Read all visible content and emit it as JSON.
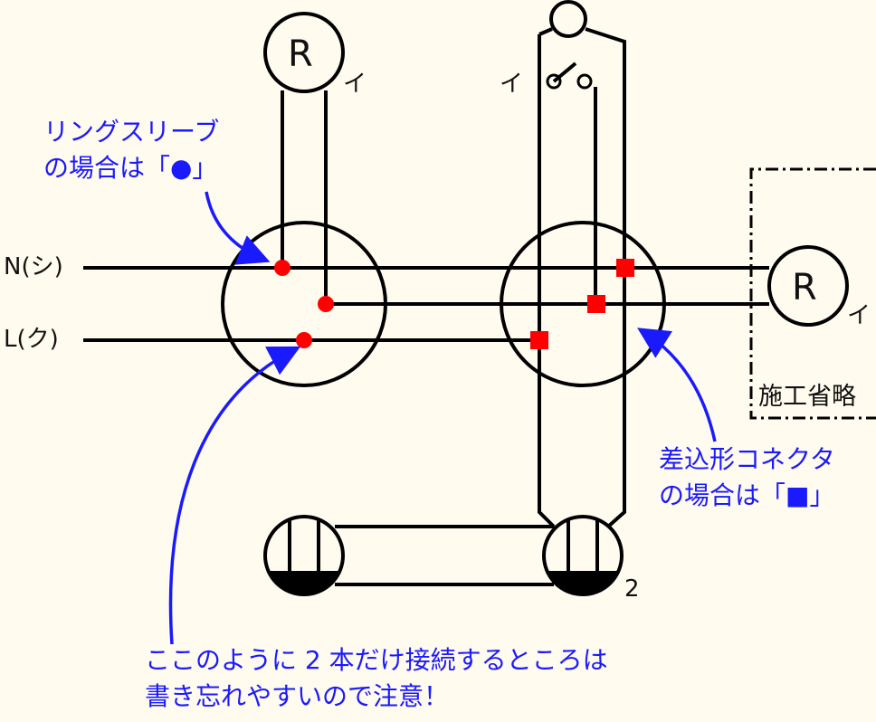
{
  "colors": {
    "background": "#fffbef",
    "wire": "#000000",
    "connector": "#ff0000",
    "annotation": "#1a1aff"
  },
  "labels": {
    "lamp_r1": "R",
    "lamp_r2": "R",
    "lamp_i1": "イ",
    "switch_i": "イ",
    "lamp_i2": "イ",
    "neutral": "N(シ)",
    "live": "L(ク)",
    "omitted": "施工省略",
    "outlet_count": "2"
  },
  "notes": {
    "ring_sleeve_line1": "リングスリーブ",
    "ring_sleeve_line2": "の場合は「●」",
    "push_in_line1": "差込形コネクタ",
    "push_in_line2": "の場合は「■」",
    "bottom_line1": "ここのように 2 本だけ接続するところは",
    "bottom_line2": "書き忘れやすいので注意！"
  }
}
